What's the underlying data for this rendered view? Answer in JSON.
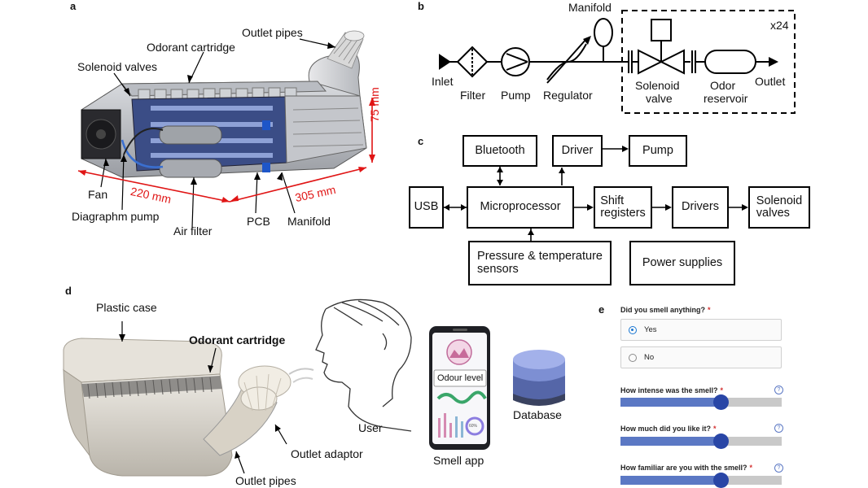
{
  "panels": {
    "a": "a",
    "b": "b",
    "c": "c",
    "d": "d",
    "e": "e"
  },
  "panel_a": {
    "outlet_pipes": "Outlet pipes",
    "odorant_cartridge": "Odorant cartridge",
    "solenoid_valves": "Solenoid valves",
    "fan": "Fan",
    "diagraphm_pump": "Diagraphm pump",
    "air_filter": "Air filter",
    "pcb": "PCB",
    "manifold": "Manifold",
    "dim_width": "220 mm",
    "dim_length": "305 mm",
    "dim_height": "75 mm"
  },
  "panel_b": {
    "inlet": "Inlet",
    "filter": "Filter",
    "pump": "Pump",
    "regulator": "Regulator",
    "manifold": "Manifold",
    "solenoid_valve": [
      "Solenoid",
      "valve"
    ],
    "odor_reservoir": [
      "Odor",
      "reservoir"
    ],
    "outlet": "Outlet",
    "multiplier": "x24"
  },
  "panel_c": {
    "bluetooth": "Bluetooth",
    "driver": "Driver",
    "pump": "Pump",
    "usb": "USB",
    "microprocessor": "Microprocessor",
    "shift_registers": "Shift\nregisters",
    "drivers": "Drivers",
    "solenoid_valves": "Solenoid\nvalves",
    "pressure_sensors": "Pressure & temperature\nsensors",
    "power_supplies": "Power supplies"
  },
  "panel_d": {
    "plastic_case": "Plastic case",
    "odorant_cartridge": "Odorant cartridge",
    "user": "User",
    "outlet_adaptor": "Outlet adaptor",
    "outlet_pipes": "Outlet pipes",
    "smell_app": "Smell app",
    "odour_level": "Odour level",
    "database": "Database",
    "gauge_value": "60%"
  },
  "survey": {
    "q1": "Did you smell anything?",
    "q1_options": [
      "Yes",
      "No"
    ],
    "q1_selected": "Yes",
    "q2": "How intense was the smell?",
    "q3": "How much did you like it?",
    "q4": "How familiar are you with the smell?",
    "required_mark": "*",
    "help_glyph": "?",
    "slider_levels": [
      0.62,
      0.62,
      0.62
    ]
  },
  "colors": {
    "dimension": "#e01515",
    "slider_fill": "#5b78c4",
    "slider_knob": "#2946a6",
    "database_top": "#7d8fd3",
    "database_mid": "#5566a8",
    "database_bottom": "#3a4260"
  }
}
